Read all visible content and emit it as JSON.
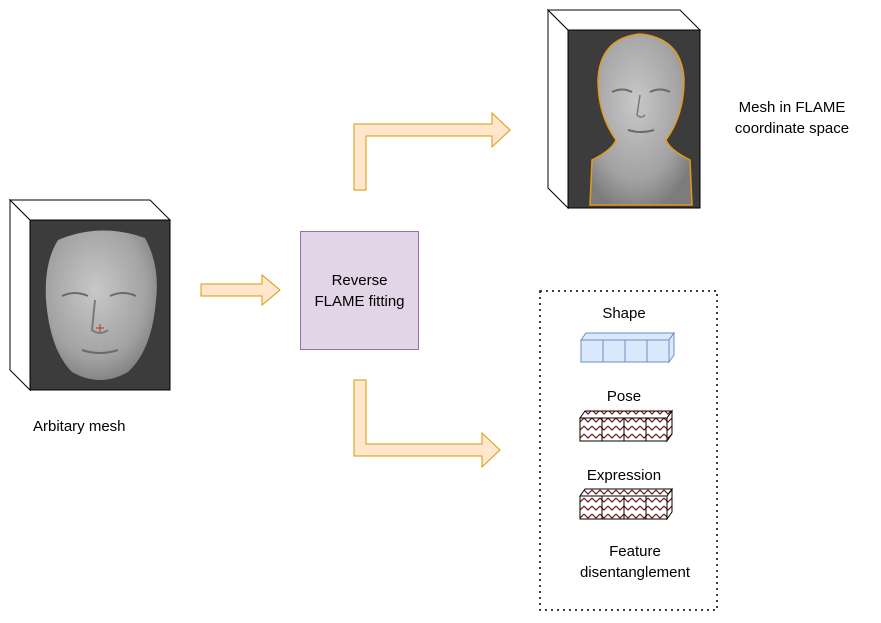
{
  "input_label": "Arbitary mesh",
  "process": {
    "line1": "Reverse",
    "line2": "FLAME fitting"
  },
  "output_mesh_label": {
    "line1": "Mesh in FLAME",
    "line2": "coordinate space"
  },
  "features": {
    "shape": "Shape",
    "pose": "Pose",
    "expression": "Expression",
    "caption_line1": "Feature",
    "caption_line2": "disentanglement"
  },
  "colors": {
    "arrow_fill": "#ffe6cc",
    "arrow_stroke": "#d79b00",
    "process_fill": "#e1d5e7",
    "process_stroke": "#9673a6",
    "shape_block_fill": "#dae8fc",
    "shape_block_stroke": "#6c8ebf",
    "mesh_panel": "#3c3c3c",
    "face_gray": "#a6a6a6",
    "orange_outline": "#e39a1c"
  }
}
